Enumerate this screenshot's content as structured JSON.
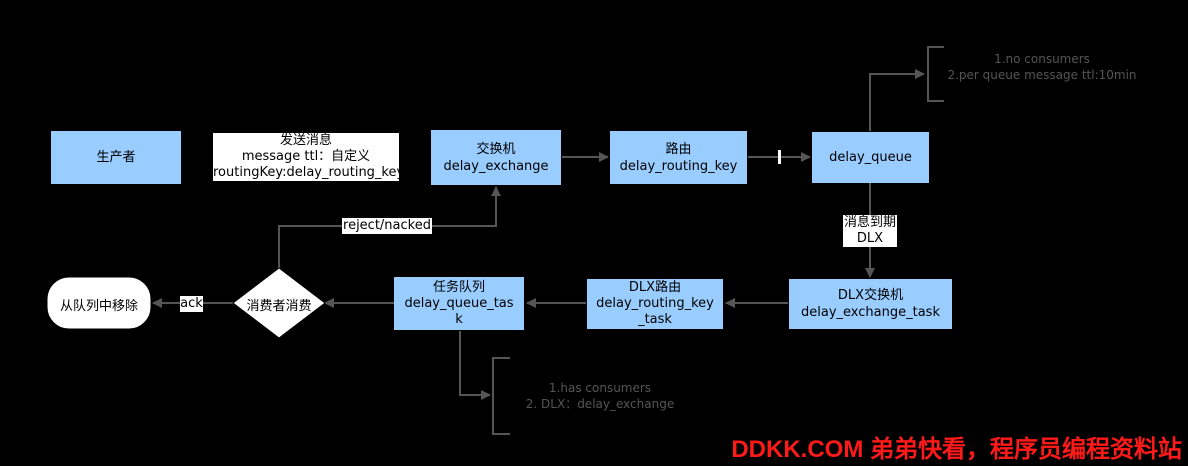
{
  "nodes": {
    "producer": "生产者",
    "exchange": [
      "交换机",
      "delay_exchange"
    ],
    "routing": [
      "路由",
      "delay_routing_key"
    ],
    "delay_queue": "delay_queue",
    "dlx_exchange": [
      "DLX交换机",
      "delay_exchange_task"
    ],
    "dlx_routing": [
      "DLX路由",
      "delay_routing_key",
      "_task"
    ],
    "task_queue": [
      "任务队列",
      "delay_queue_tas",
      "k"
    ],
    "consumer": "消费者消费",
    "remove": "从队列中移除"
  },
  "labels": {
    "send": [
      "发送消息",
      "message ttl：自定义",
      "routingKey:delay_routing_key"
    ],
    "expire": [
      "消息到期",
      "DLX"
    ],
    "reject": "reject/nacked",
    "ack": "ack"
  },
  "notes": {
    "queue_top": [
      "1.no consumers",
      "2.per queue message ttl:10min"
    ],
    "queue_bottom": [
      "1.has consumers",
      "2. DLX：delay_exchange"
    ]
  },
  "watermark": "DDKK.COM 弟弟快看，程序员编程资料站",
  "colors": {
    "node": "#99ccff",
    "edge": "#555555",
    "watermark": "#ff1a1a"
  }
}
